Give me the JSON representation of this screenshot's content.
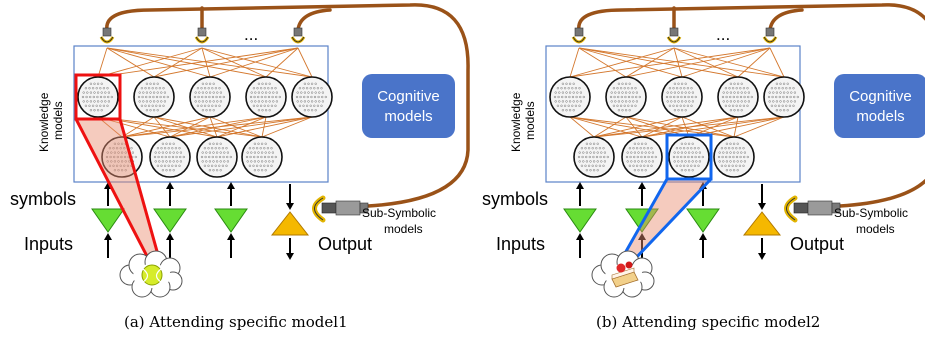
{
  "panels": [
    {
      "id": "a",
      "caption": "(a)  Attending specific model1",
      "knowledge_label_1": "Knowledge",
      "knowledge_label_2": "models",
      "cognitive_line_1": "Cognitive",
      "cognitive_line_2": "models",
      "symbols": "symbols",
      "inputs": "Inputs",
      "output": "Output",
      "subsymbolic_line_1": "Sub-Symbolic",
      "subsymbolic_line_2": "models",
      "ellipsis": "...",
      "highlight_color": "#ee1111",
      "attended_layer": "top",
      "attended_index": 0,
      "input_object": "tennis-ball"
    },
    {
      "id": "b",
      "caption": "(b)  Attending specific model2",
      "knowledge_label_1": "Knowledge",
      "knowledge_label_2": "models",
      "cognitive_line_1": "Cognitive",
      "cognitive_line_2": "models",
      "symbols": "symbols",
      "inputs": "Inputs",
      "output": "Output",
      "subsymbolic_line_1": "Sub-Symbolic",
      "subsymbolic_line_2": "models",
      "ellipsis": "...",
      "highlight_color": "#1166ee",
      "attended_layer": "bottom",
      "attended_index": 2,
      "input_object": "cake"
    }
  ],
  "colors": {
    "connection_lines": "#d4782e",
    "cable": "#9a5218",
    "cognitive_box": "#4a74c9",
    "input_triangle": "#66dd33",
    "output_triangle": "#f5b800",
    "frame": "#5b83c8"
  }
}
